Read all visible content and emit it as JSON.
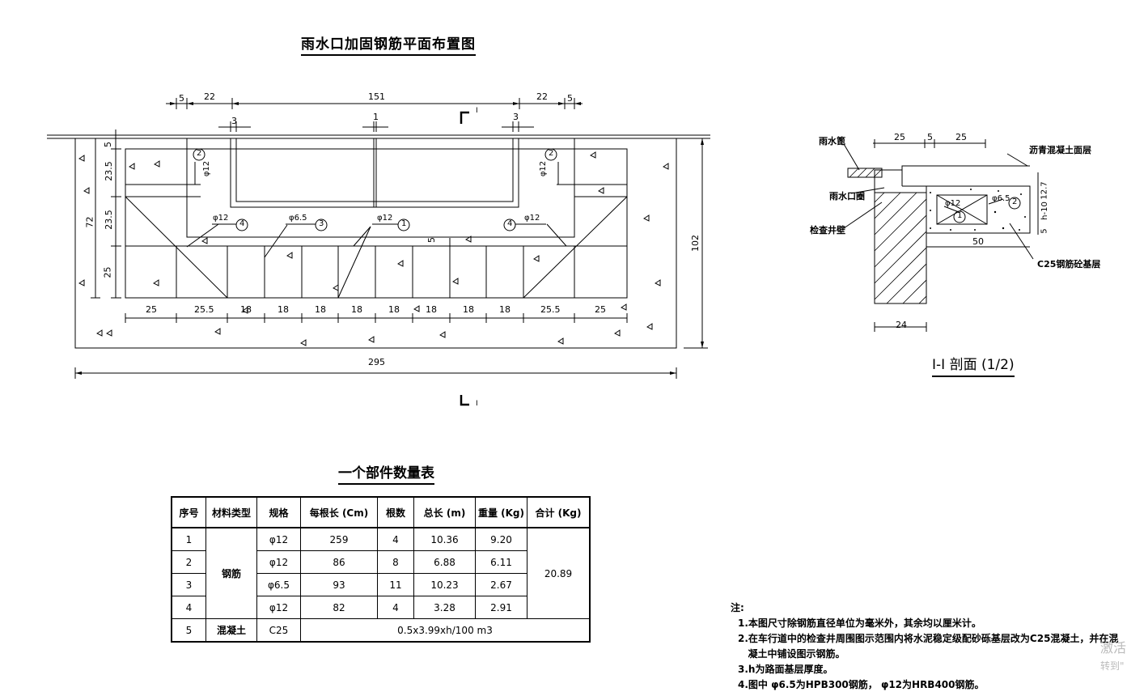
{
  "plan": {
    "title": "雨水口加固钢筋平面布置图",
    "top_dims": [
      "5",
      "22",
      "151",
      "22",
      "5"
    ],
    "inner_dims": [
      "3",
      "1",
      "3"
    ],
    "left_dims": [
      "5",
      "23.5",
      "23.5",
      "25"
    ],
    "overall_height": "72",
    "right_dim": "102",
    "bottom_dims": [
      "25",
      "25.5",
      "18",
      "18",
      "18",
      "18",
      "18",
      "18",
      "18",
      "18",
      "25.5",
      "25"
    ],
    "overall_width": "295",
    "mid_dim": "5",
    "section_marker": "I",
    "bar_labels": [
      {
        "num": "2",
        "spec": "φ12"
      },
      {
        "num": "2",
        "spec": "φ12"
      },
      {
        "num": "4",
        "spec": "φ12"
      },
      {
        "num": "3",
        "spec": "φ6.5"
      },
      {
        "num": "1",
        "spec": "φ12"
      },
      {
        "num": "4",
        "spec": "φ12"
      }
    ]
  },
  "section": {
    "title": "I-I 剖面 (1/2)",
    "labels": {
      "grate": "雨水篦",
      "inlet_ring": "雨水口圈",
      "well_wall": "检查井壁",
      "asphalt": "沥青混凝土面层",
      "base": "C25钢筋砼基层"
    },
    "dims": {
      "a": "25",
      "b": "5",
      "c": "25",
      "width": "50",
      "bottom": "24",
      "h1": "12.7",
      "h2": "h-10",
      "h3": "5"
    },
    "bars": {
      "b1": "φ12",
      "b2": "φ6.5",
      "n1": "1",
      "n2": "2"
    }
  },
  "table": {
    "title": "一个部件数量表",
    "headers": [
      "序号",
      "材料类型",
      "规格",
      "每根长 (Cm)",
      "根数",
      "总长 (m)",
      "重量 (Kg)",
      "合计 (Kg)"
    ],
    "rows": [
      [
        "1",
        "φ12",
        "259",
        "4",
        "10.36",
        "9.20"
      ],
      [
        "2",
        "φ12",
        "86",
        "8",
        "6.88",
        "6.11"
      ],
      [
        "3",
        "φ6.5",
        "93",
        "11",
        "10.23",
        "2.67"
      ],
      [
        "4",
        "φ12",
        "82",
        "4",
        "3.28",
        "2.91"
      ]
    ],
    "steel_label": "钢筋",
    "total": "20.89",
    "concrete_row": {
      "no": "5",
      "type": "混凝土",
      "spec": "C25",
      "formula": "0.5x3.99xh/100  m3"
    }
  },
  "notes": {
    "header": "注:",
    "lines": [
      "1.本图尺寸除钢筋直径单位为毫米外，其余均以厘米计。",
      "2.在车行道中的检查井周围图示范围内将水泥稳定级配砂砾基层改为C25混凝土，并在混",
      "   凝土中铺设图示钢筋。",
      "3.h为路面基层厚度。",
      "4.图中 φ6.5为HPB300钢筋， φ12为HRB400钢筋。"
    ]
  },
  "watermark": [
    "激活",
    "转到\""
  ]
}
